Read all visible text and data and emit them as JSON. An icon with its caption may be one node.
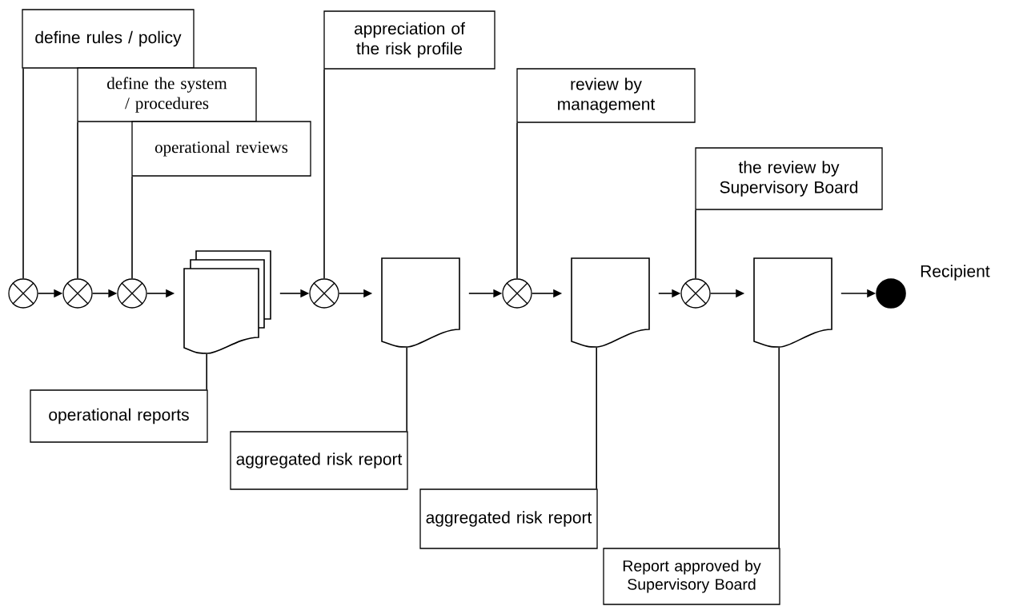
{
  "diagram": {
    "nodes": [
      {
        "text": [
          "define rules / policy"
        ]
      },
      {
        "text": [
          "define the system / procedures"
        ]
      },
      {
        "text": [
          "operational reviews"
        ]
      },
      {
        "text": [
          "appreciation of the risk profile"
        ]
      },
      {
        "text": [
          "review by management"
        ]
      },
      {
        "text": [
          "the review by Supervisory Board"
        ]
      },
      {
        "text": [],
        "shape": "circle"
      },
      {
        "text": [],
        "shape": "circle"
      },
      {
        "text": [],
        "shape": "circle"
      },
      {
        "text": [],
        "shape": "document"
      },
      {
        "text": [],
        "shape": "circle"
      },
      {
        "text": [],
        "shape": "document"
      },
      {
        "text": [],
        "shape": "circle"
      },
      {
        "text": [],
        "shape": "document"
      },
      {
        "text": [],
        "shape": "circle"
      },
      {
        "text": [],
        "shape": "document"
      },
      {
        "text": [],
        "shape": "circle",
        "beside": [
          "Recipient"
        ]
      },
      {
        "text": [
          "operational reports"
        ]
      },
      {
        "text": [
          "aggregated risk report"
        ]
      },
      {
        "text": [
          "aggregated risk report"
        ]
      },
      {
        "text": [
          "Report approved by Supervisory Board"
        ]
      }
    ],
    "edges": [
      {
        "from": 0,
        "to": 6,
        "arrow": "none"
      },
      {
        "from": 1,
        "to": 7,
        "arrow": "none"
      },
      {
        "from": 2,
        "to": 8,
        "arrow": "none"
      },
      {
        "from": 3,
        "to": 10,
        "arrow": "none"
      },
      {
        "from": 4,
        "to": 12,
        "arrow": "none"
      },
      {
        "from": 5,
        "to": 14,
        "arrow": "none"
      },
      {
        "from": 6,
        "to": 7,
        "arrow": "to"
      },
      {
        "from": 7,
        "to": 8,
        "arrow": "to"
      },
      {
        "from": 8,
        "to": 9,
        "arrow": "to"
      },
      {
        "from": 9,
        "to": 10,
        "arrow": "to"
      },
      {
        "from": 10,
        "to": 11,
        "arrow": "to"
      },
      {
        "from": 11,
        "to": 12,
        "arrow": "to"
      },
      {
        "from": 12,
        "to": 13,
        "arrow": "to"
      },
      {
        "from": 13,
        "to": 14,
        "arrow": "to"
      },
      {
        "from": 14,
        "to": 15,
        "arrow": "to"
      },
      {
        "from": 15,
        "to": 16,
        "arrow": "to"
      },
      {
        "from": 9,
        "to": 17,
        "arrow": "none"
      },
      {
        "from": 11,
        "to": 18,
        "arrow": "none"
      },
      {
        "from": 13,
        "to": 19,
        "arrow": "none"
      },
      {
        "from": 15,
        "to": 20,
        "arrow": "none"
      }
    ]
  }
}
